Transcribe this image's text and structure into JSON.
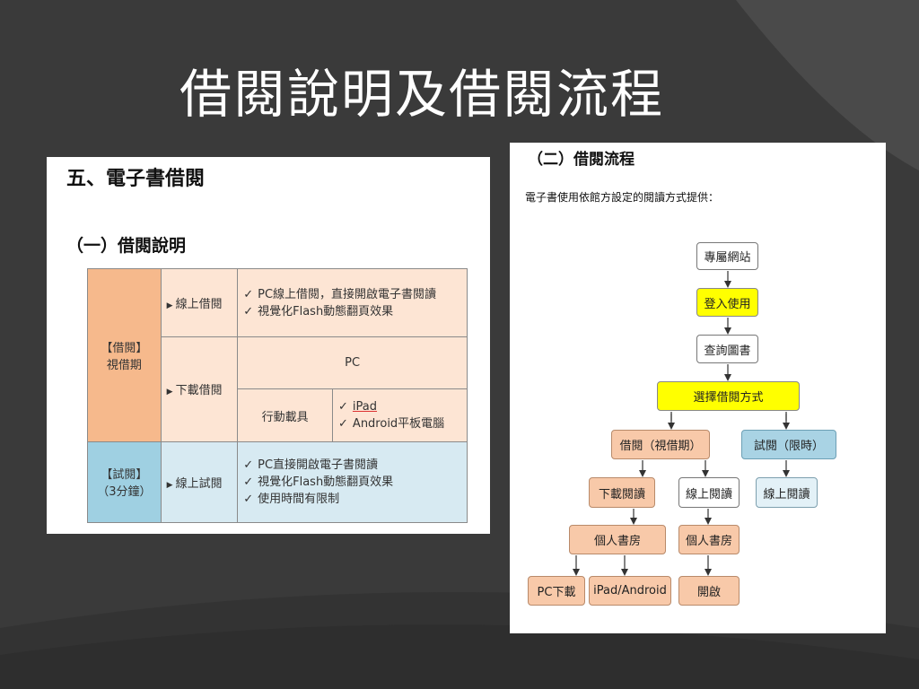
{
  "slide": {
    "title": "借閱說明及借閱流程",
    "colors": {
      "background": "#3a3a3a",
      "title_text": "#ffffff"
    }
  },
  "left_panel": {
    "heading": "五、電子書借閱",
    "subheading": "（一）借閱說明",
    "table": {
      "borrow_label_line1": "【借閱】",
      "borrow_label_line2": "視借期",
      "online_borrow": "線上借閱",
      "online_borrow_items": [
        "PC線上借閱，直接開啟電子書閱讀",
        "視覺化Flash動態翻頁效果"
      ],
      "download_borrow": "下載借閱",
      "pc": "PC",
      "mobile_device": "行動載具",
      "mobile_items": [
        "iPad",
        "Android平板電腦"
      ],
      "trial_label_line1": "【試閱】",
      "trial_label_line2": "（3分鐘）",
      "online_trial": "線上試閱",
      "trial_items": [
        "PC直接開啟電子書閱讀",
        "視覺化Flash動態翻頁效果",
        "使用時間有限制"
      ],
      "colors": {
        "orange": "#f6b98c",
        "peach": "#fde5d4",
        "blue": "#9fd0e2",
        "light_blue": "#d7eaf2"
      }
    }
  },
  "right_panel": {
    "heading": "（二）借閱流程",
    "intro": "電子書使用依館方設定的閱讀方式提供：",
    "flow": {
      "site": "專屬網站",
      "login": "登入使用",
      "search": "查詢圖書",
      "select_method": "選擇借閱方式",
      "borrow": "借閱（視借期）",
      "trial": "試閱（限時）",
      "download_read": "下載閱讀",
      "online_read": "線上閱讀",
      "online_read_trial": "線上閱讀",
      "bookshelf_1": "個人書房",
      "bookshelf_2": "個人書房",
      "pc_download": "PC下載",
      "ipad_android": "iPad/Android",
      "open": "開啟"
    },
    "colors": {
      "yellow": "#ffff00",
      "orange": "#f8c9a9",
      "blue": "#a9d3e4",
      "light_blue": "#e3f1f7"
    }
  }
}
